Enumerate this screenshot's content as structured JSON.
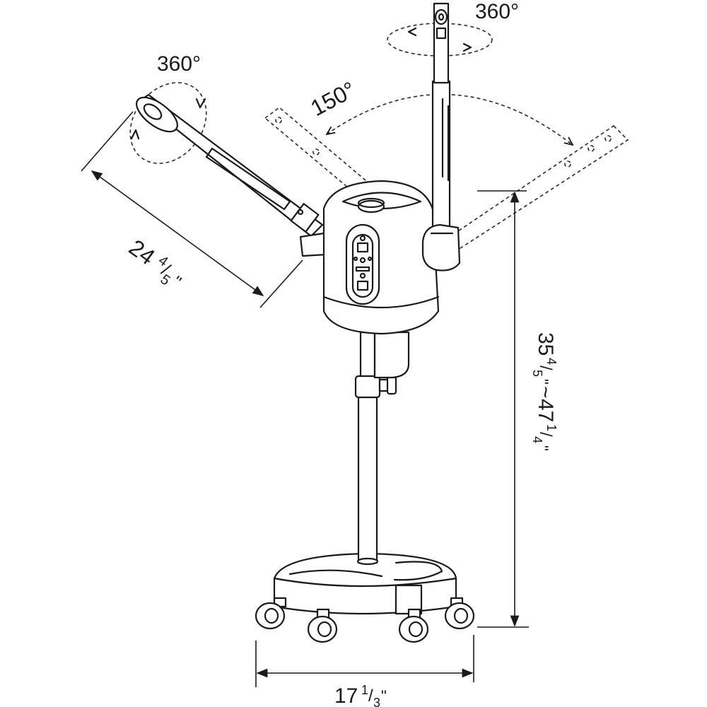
{
  "labels": {
    "rotation_left": "360°",
    "rotation_top": "360°",
    "swing_angle": "150°",
    "arm_length_whole": "24",
    "arm_length_num": "4",
    "arm_length_den": "5",
    "arm_length_unit": "\"",
    "height_whole_min": "35",
    "height_num_min": "4",
    "height_den_min": "5",
    "height_unit_min": "\"",
    "height_sep": "~",
    "height_whole_max": "47",
    "height_num_max": "1",
    "height_den_max": "4",
    "height_unit_max": "\"",
    "base_width_whole": "17",
    "base_width_num": "1",
    "base_width_den": "3",
    "base_width_unit": "\""
  },
  "colors": {
    "ink": "#1a1a1a",
    "background": "#ffffff"
  }
}
